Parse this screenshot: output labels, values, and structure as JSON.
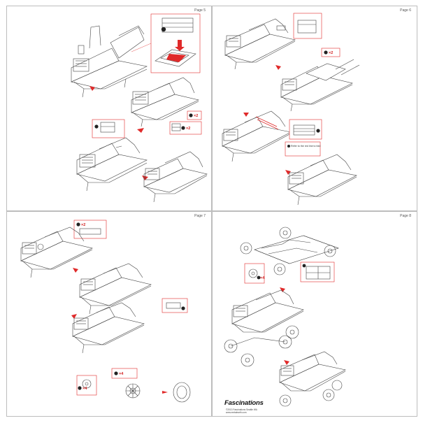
{
  "pages": [
    {
      "label": "Page 5"
    },
    {
      "label": "Page 6"
    },
    {
      "label": "Page 7"
    },
    {
      "label": "Page 8"
    }
  ],
  "callouts": {
    "p5_x2a": "×2",
    "p5_x2b": "×2",
    "p6_x2": "×2",
    "p6_note": "Refer to the red line to fold",
    "p7_x2": "×2",
    "p7_x4a": "×4",
    "p7_x4b": "×4",
    "p8_x4": "×4"
  },
  "branding": {
    "logo": "Fascinations",
    "copyright": "©2013 Fascinations Seattle WA",
    "website": "www.metalearth.com"
  },
  "colors": {
    "accent": "#e02a2a",
    "line": "#444444",
    "border": "#bdbdbd"
  }
}
